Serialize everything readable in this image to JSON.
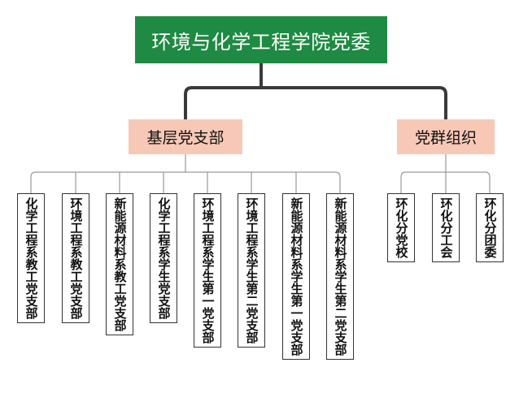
{
  "root": {
    "label": "环境与化学工程学院党委"
  },
  "branches": [
    {
      "label": "基层党支部",
      "children": [
        "化学工程系教工党支部",
        "环境工程系教工党支部",
        "新能源材料系教工党支部",
        "化学工程系学生党支部",
        "环境工程系学生第一党支部",
        "环境工程系学生第二党支部",
        "新能源材料系学生第一党支部",
        "新能源材料系学生第二党支部"
      ]
    },
    {
      "label": "党群组织",
      "children": [
        "环化分党校",
        "环化分工会",
        "环化分团委"
      ]
    }
  ],
  "colors": {
    "root_fill": "#1f8a43",
    "branch_fill": "#f8c8b6",
    "main_connector": "#3a3a3a",
    "leaf_connector": "#999999",
    "leaf_border": "#333333"
  }
}
